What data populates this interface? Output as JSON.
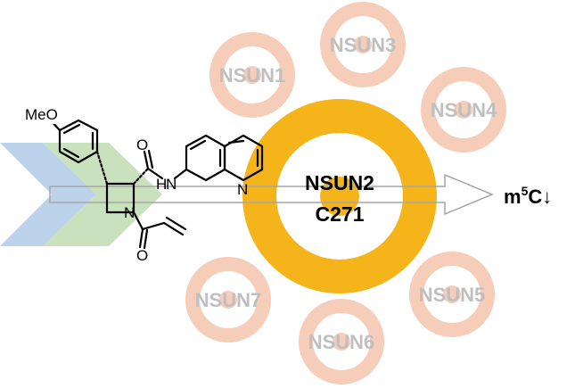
{
  "colors": {
    "ring_faded": "#f5cdb8",
    "ring_main": "#f4b41a",
    "band_blue": "#bcd2ea",
    "band_green": "#c9e2bd",
    "text_faded": "#bfbfbf",
    "text_main": "#000000"
  },
  "enzymes": [
    {
      "id": "nsun1",
      "label": "NSUN1"
    },
    {
      "id": "nsun3",
      "label": "NSUN3"
    },
    {
      "id": "nsun4",
      "label": "NSUN4"
    },
    {
      "id": "nsun5",
      "label": "NSUN5"
    },
    {
      "id": "nsun6",
      "label": "NSUN6"
    },
    {
      "id": "nsun7",
      "label": "NSUN7"
    }
  ],
  "target": {
    "name": "NSUN2",
    "residue": "C271"
  },
  "output": {
    "base": "m",
    "superscript": "5",
    "suffix": "C↓"
  },
  "molecule": {
    "methoxy_label": "MeO",
    "amide_nh_label": "H",
    "amide_n_label": "N",
    "quinoline_n_label": "N",
    "azetidine_n_label": "N",
    "carbonyl_o_top_label": "O",
    "carbonyl_o_bottom_label": "O"
  }
}
